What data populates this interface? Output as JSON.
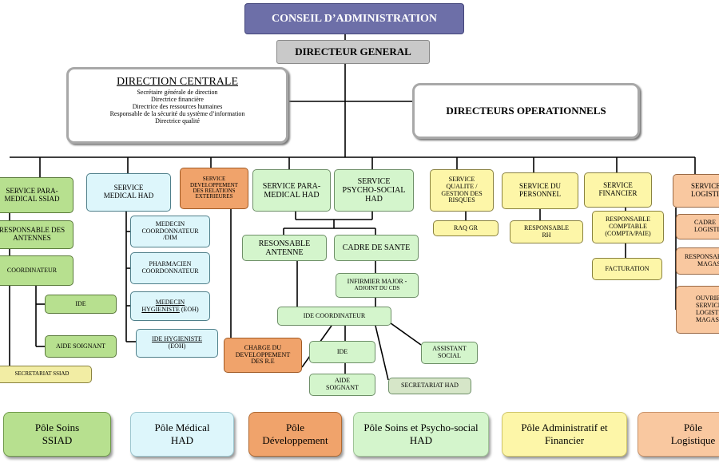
{
  "header": {
    "conseil": "CONSEIL D’ADMINISTRATION",
    "directeur": "DIRECTEUR GENERAL"
  },
  "direction_centrale": {
    "title": "DIRECTION CENTRALE",
    "lines": [
      "Secrétaire générale de direction",
      "Directrice financière",
      "Directrice des ressources humaines",
      "Responsable de la sécurité du système d’information",
      "Directrice qualité"
    ]
  },
  "operationnels": "DIRECTEURS OPERATIONNELS",
  "ssiad": {
    "service_l1": "SERVICE PARA-",
    "service_l2": "MEDICAL SSIAD",
    "resp_l1": "RESPONSABLE DES",
    "resp_l2": "ANTENNES",
    "coordinateur": "COORDINATEUR",
    "ide": "IDE",
    "aide_soignant": "AIDE SOIGNANT",
    "secretariat": "SECRETARIAT SSIAD"
  },
  "medical_had": {
    "service_l1": "SERVICE",
    "service_l2": "MEDICAL HAD",
    "medecin_l1": "MEDECIN",
    "medecin_l2": "COORDONNATEUR",
    "medecin_l3": "/DIM",
    "pharmacien_l1": "PHARMACIEN",
    "pharmacien_l2": "COORDONNATEUR",
    "medecin_hyg_l1": "MEDECIN",
    "medecin_hyg_l2": "HYGIENISTE",
    "medecin_hyg_l3": "(EOH)",
    "ide_hyg_l1": "IDE  HYGIENISTE",
    "ide_hyg_l2": "(EOH)"
  },
  "developpement": {
    "service_l1": "SERVICE",
    "service_l2": "DEVELOPPEMENT",
    "service_l3": "DES RELATIONS",
    "service_l4": "EXTERIEURES",
    "charge_l1": "CHARGE DU",
    "charge_l2": "DEVELOPPEMENT",
    "charge_l3": "DES R.E"
  },
  "para_had": {
    "service_l1": "SERVICE PARA-",
    "service_l2": "MEDICAL HAD",
    "psycho_l1": "SERVICE",
    "psycho_l2": "PSYCHO-SOCIAL",
    "psycho_l3": "HAD",
    "resp_l1": "RESONSABLE",
    "resp_l2": "ANTENNE",
    "cadre": "CADRE DE SANTE",
    "infirmier_l1": "INFIRMIER MAJOR -",
    "infirmier_l2": "ADJOINT DU CDS",
    "ide_coord": "IDE COORDINATEUR",
    "ide": "IDE",
    "aide_l1": "AIDE",
    "aide_l2": "SOIGNANT",
    "assistant_l1": "ASSISTANT",
    "assistant_l2": "SOCIAL",
    "secretariat": "SECRETARIAT HAD"
  },
  "admin": {
    "qualite_l1": "SERVICE",
    "qualite_l2": "QUALITE /",
    "qualite_l3": "GESTION DES",
    "qualite_l4": "RISQUES",
    "raq": "RAQ GR",
    "personnel_l1": "SERVICE DU",
    "personnel_l2": "PERSONNEL",
    "rh_l1": "RESPONSABLE",
    "rh_l2": "RH",
    "financier_l1": "SERVICE",
    "financier_l2": "FINANCIER",
    "comptable_l1": "RESPONSABLE",
    "comptable_l2": "COMPTABLE",
    "comptable_l3": "(COMPTA/PAIE)",
    "facturation": "FACTURATION"
  },
  "logistique": {
    "service_l1": "SERVICE",
    "service_l2": "LOGISTIQUE",
    "cadre_l1": "CADRE",
    "cadre_l2": "LOGISTIQUE",
    "resp_l1": "RESPONSABLE",
    "resp_l2": "MAGASIN",
    "ouvrier_l1": "OUVRIER",
    "ouvrier_l2": "SERVICE",
    "ouvrier_l3": "LOGISTIQUE",
    "ouvrier_l4": "MAGASIN"
  },
  "poles": {
    "ssiad_l1": "Pôle Soins",
    "ssiad_l2": "SSIAD",
    "medical_l1": "Pôle Médical",
    "medical_l2": "HAD",
    "dev_l1": "Pôle",
    "dev_l2": "Développement",
    "psycho_l1": "Pôle Soins et Psycho-social",
    "psycho_l2": "HAD",
    "admin_l1": "Pôle Administratif et",
    "admin_l2": "Financier",
    "logistique_l1": "Pôle",
    "logistique_l2": "Logistique"
  },
  "colors": {
    "ssiad": "#b7e08f",
    "medical_had": "#ddf6fb",
    "developpement": "#f0a36b",
    "psycho_social": "#d4f5cc",
    "administratif": "#fdf6a8",
    "logistique": "#f9c8a0",
    "conseil": "#6d6fa8"
  }
}
